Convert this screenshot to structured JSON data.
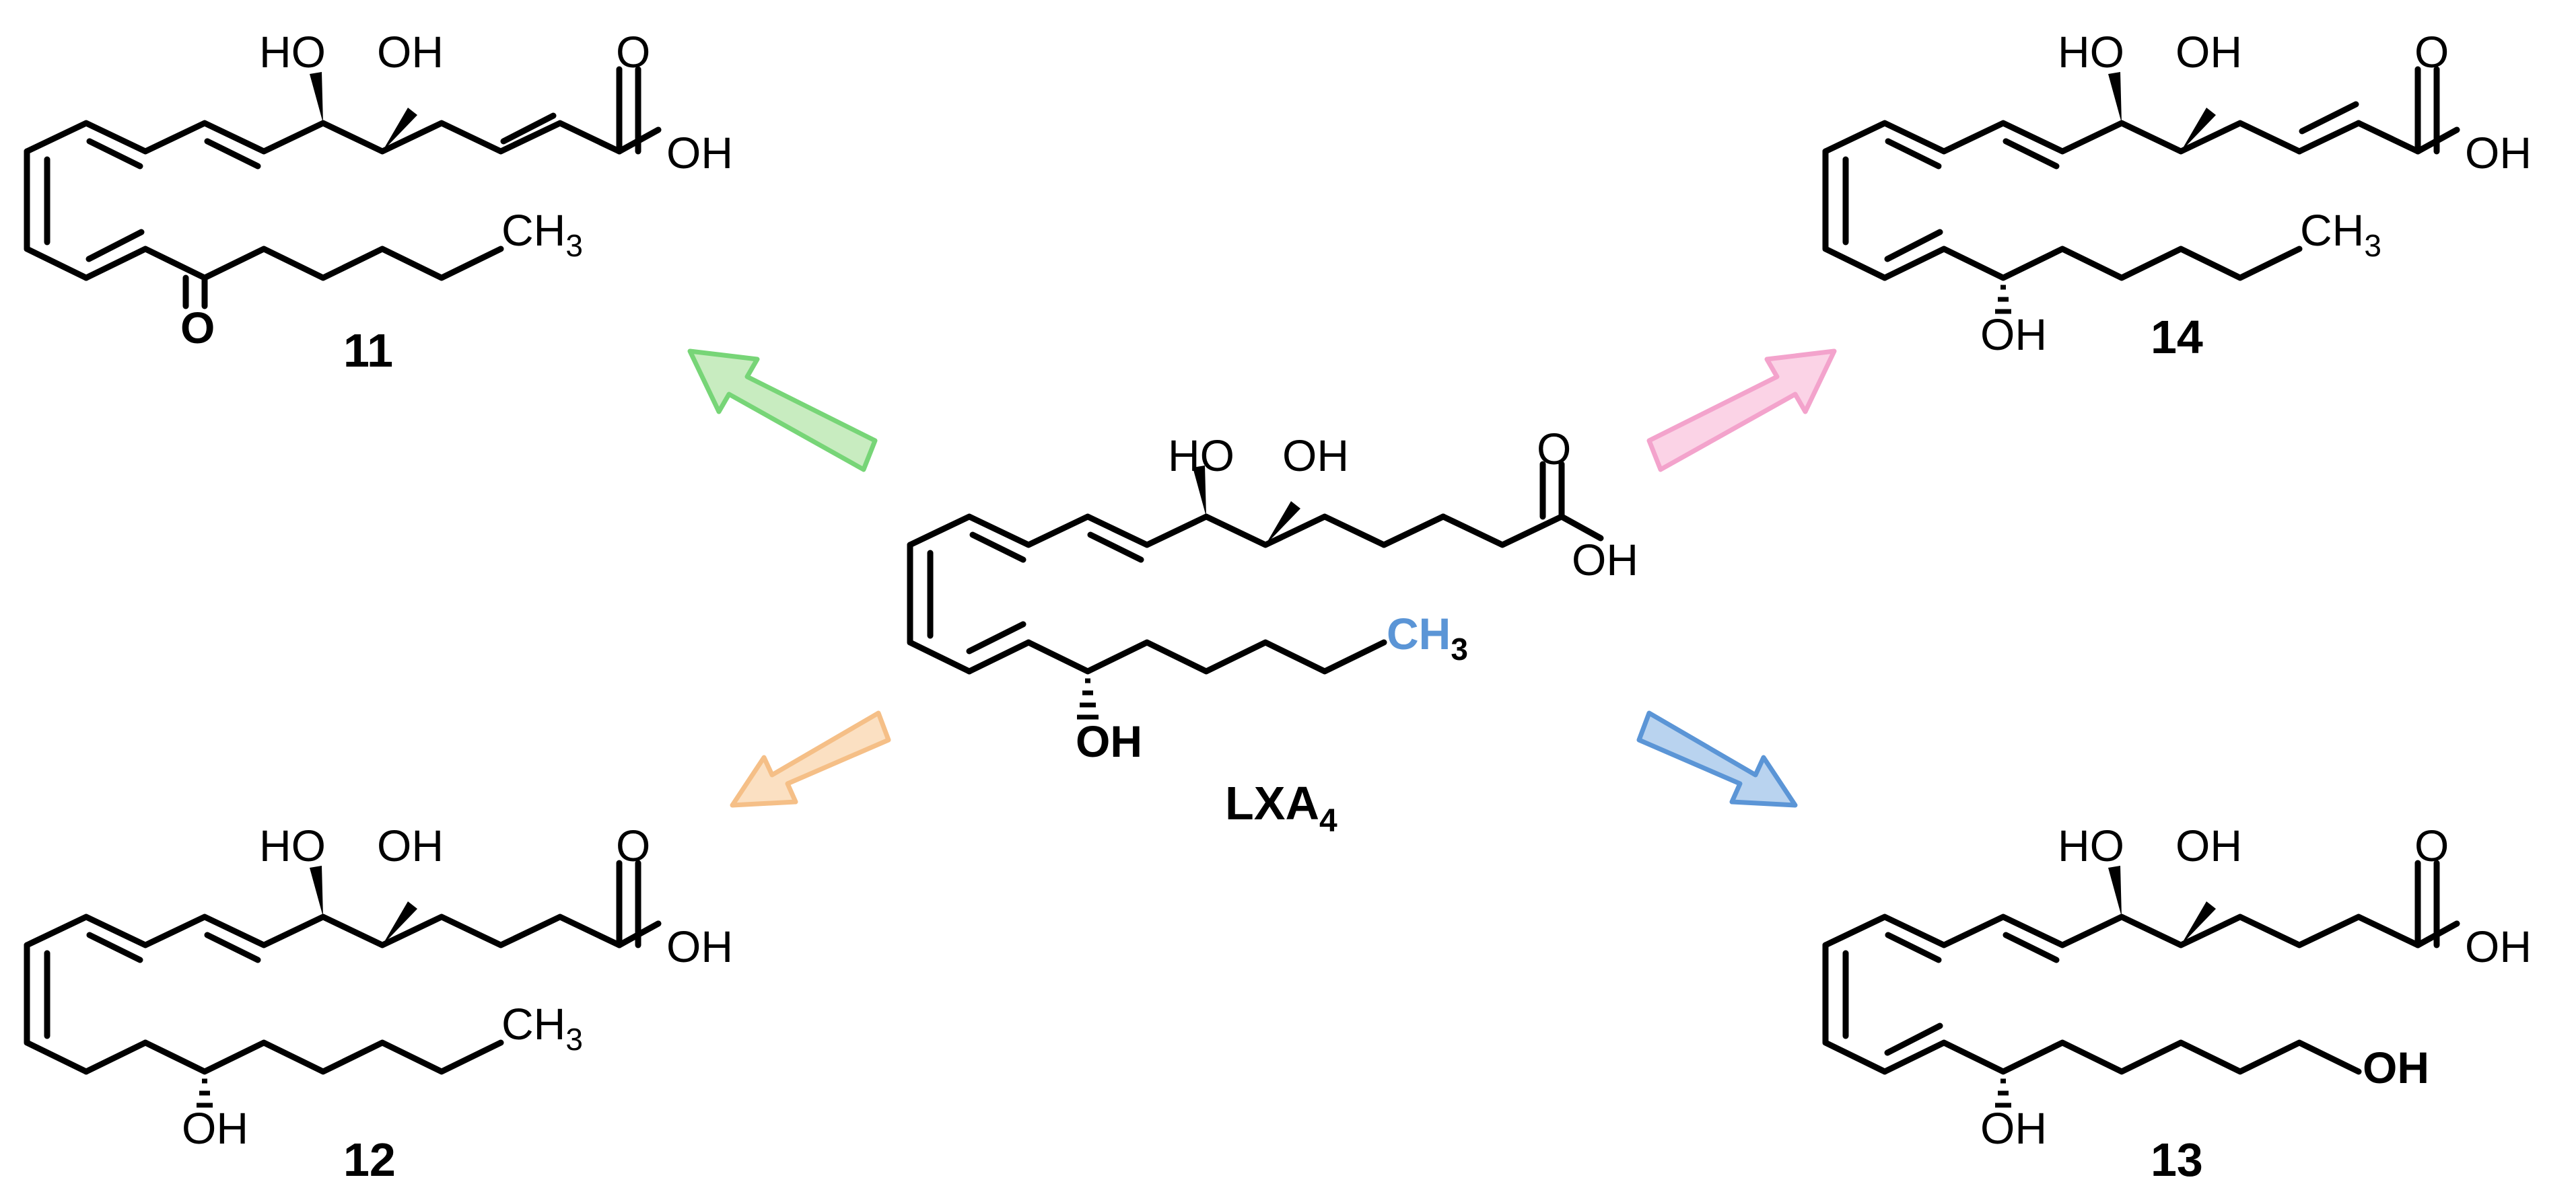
{
  "colors": {
    "green": "#77d577",
    "orange": "#f5bf87",
    "pink": "#f3a3cc",
    "blue": "#5b95d6",
    "green_fill": "#c8ecc0",
    "orange_fill": "#fbe0c2",
    "pink_fill": "#fbd3e6",
    "blue_fill": "#b9d3ef"
  },
  "center": {
    "ho1": "HO",
    "oh1": "OH",
    "acid_o": "O",
    "acid_oh": "OH",
    "ch3": "CH",
    "ch3_sub": "3",
    "oh_bottom": "OH",
    "name": "LXA",
    "name_sub": "4"
  },
  "c11": {
    "ho1": "HO",
    "oh1": "OH",
    "acid_o": "O",
    "acid_oh": "OH",
    "ketone_o": "O",
    "ch3": "CH",
    "ch3_sub": "3",
    "label": "11"
  },
  "c14": {
    "ho1": "HO",
    "oh1": "OH",
    "acid_o": "O",
    "acid_oh": "OH",
    "oh_bottom": "OH",
    "ch3": "CH",
    "ch3_sub": "3",
    "label": "14"
  },
  "c12": {
    "ho1": "HO",
    "oh1": "OH",
    "acid_o": "O",
    "acid_oh": "OH",
    "oh_bottom": "OH",
    "ch3": "CH",
    "ch3_sub": "3",
    "label": "12"
  },
  "c13": {
    "ho1": "HO",
    "oh1": "OH",
    "acid_o": "O",
    "acid_oh": "OH",
    "oh_bottom": "OH",
    "oh_end": "OH",
    "label": "13"
  }
}
